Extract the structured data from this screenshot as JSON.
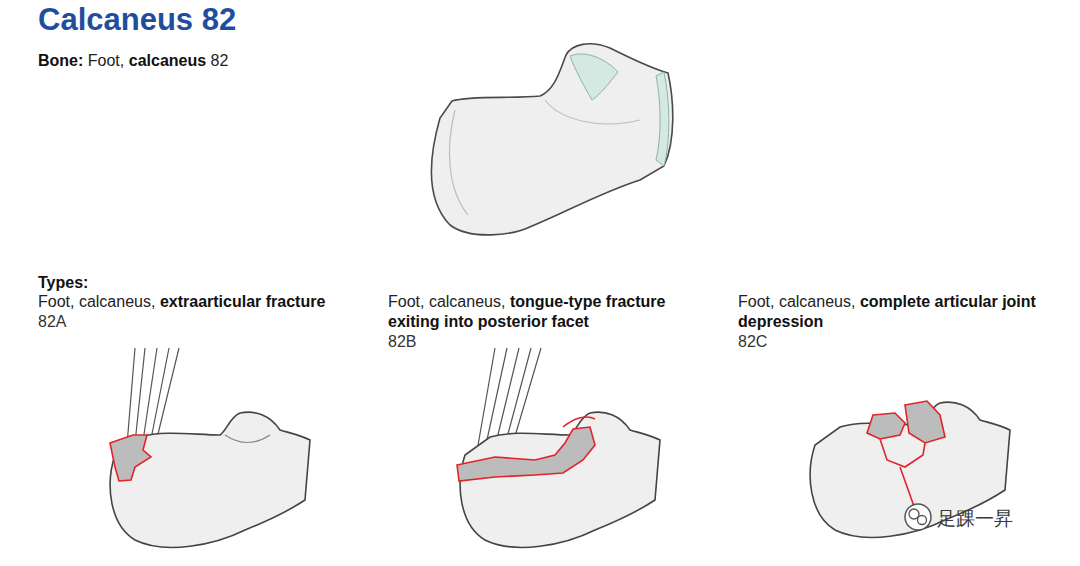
{
  "diagram": {
    "title": "Calcaneus 82",
    "labels": [
      "Bone:",
      "Foot,",
      "calcaneus",
      "82",
      "Types:",
      "Foot, calcaneus,",
      "extraarticular fracture",
      "82A",
      "Foot, calcaneus,",
      "tongue-type fracture exiting into posterior facet",
      "82B",
      "Foot, calcaneus,",
      "complete articular joint depression",
      "82C",
      "足踝一昇"
    ]
  }
}
